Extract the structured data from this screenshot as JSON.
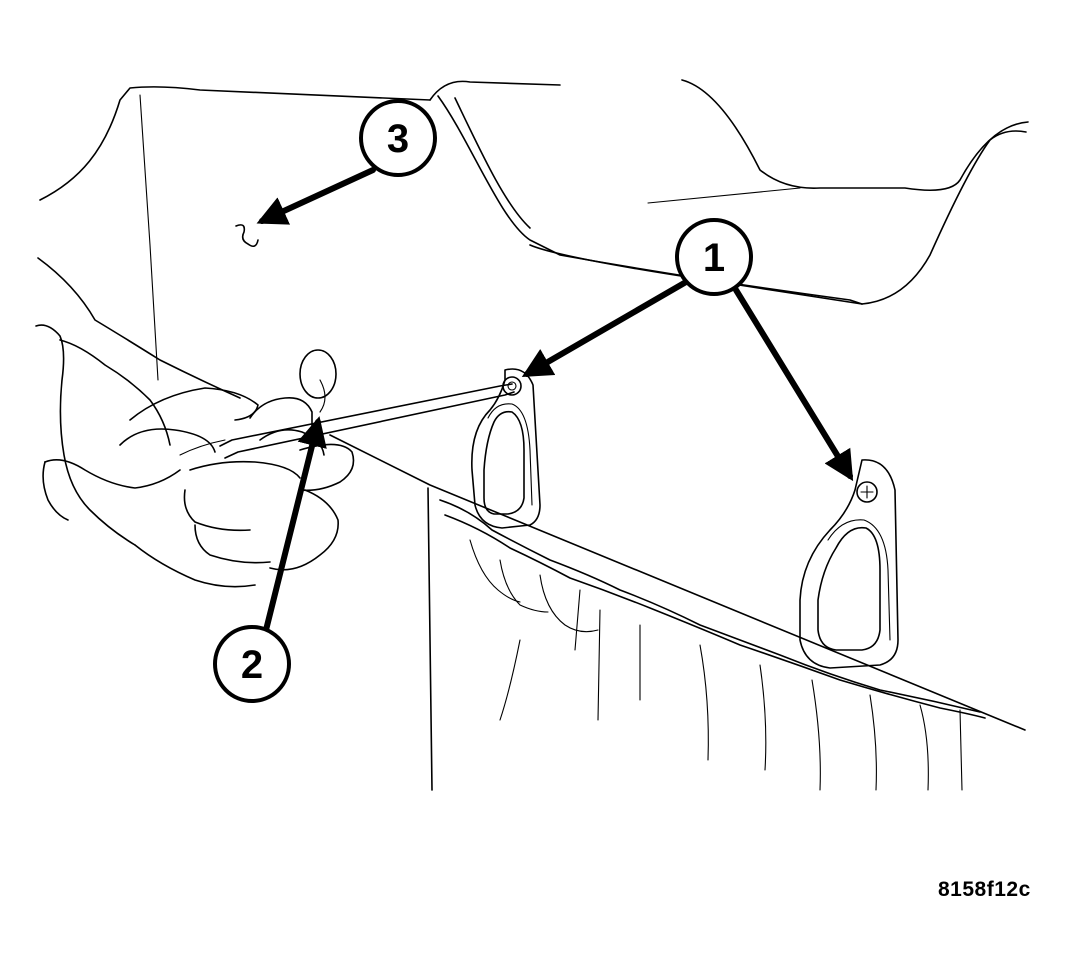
{
  "callouts": [
    {
      "id": "callout-1",
      "label": "1"
    },
    {
      "id": "callout-2",
      "label": "2"
    },
    {
      "id": "callout-3",
      "label": "3"
    }
  ],
  "figure_id": "8158f12c",
  "colors": {
    "ink": "#000000",
    "paper": "#ffffff"
  }
}
